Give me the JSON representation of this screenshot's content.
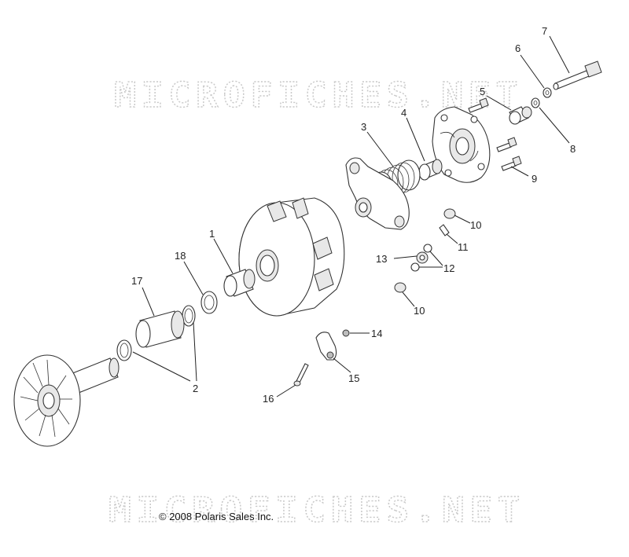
{
  "watermark": "MICROFICHES.NET",
  "copyright": "© 2008 Polaris Sales Inc.",
  "callouts": [
    {
      "id": "c1",
      "text": "1"
    },
    {
      "id": "c2",
      "text": "2"
    },
    {
      "id": "c3",
      "text": "3"
    },
    {
      "id": "c4",
      "text": "4"
    },
    {
      "id": "c5",
      "text": "5"
    },
    {
      "id": "c6",
      "text": "6"
    },
    {
      "id": "c7",
      "text": "7"
    },
    {
      "id": "c8",
      "text": "8"
    },
    {
      "id": "c9",
      "text": "9"
    },
    {
      "id": "c10a",
      "text": "10"
    },
    {
      "id": "c10b",
      "text": "10"
    },
    {
      "id": "c11",
      "text": "11"
    },
    {
      "id": "c12",
      "text": "12"
    },
    {
      "id": "c13",
      "text": "13"
    },
    {
      "id": "c14",
      "text": "14"
    },
    {
      "id": "c15",
      "text": "15"
    },
    {
      "id": "c16",
      "text": "16"
    },
    {
      "id": "c17",
      "text": "17"
    },
    {
      "id": "c18",
      "text": "18"
    }
  ]
}
